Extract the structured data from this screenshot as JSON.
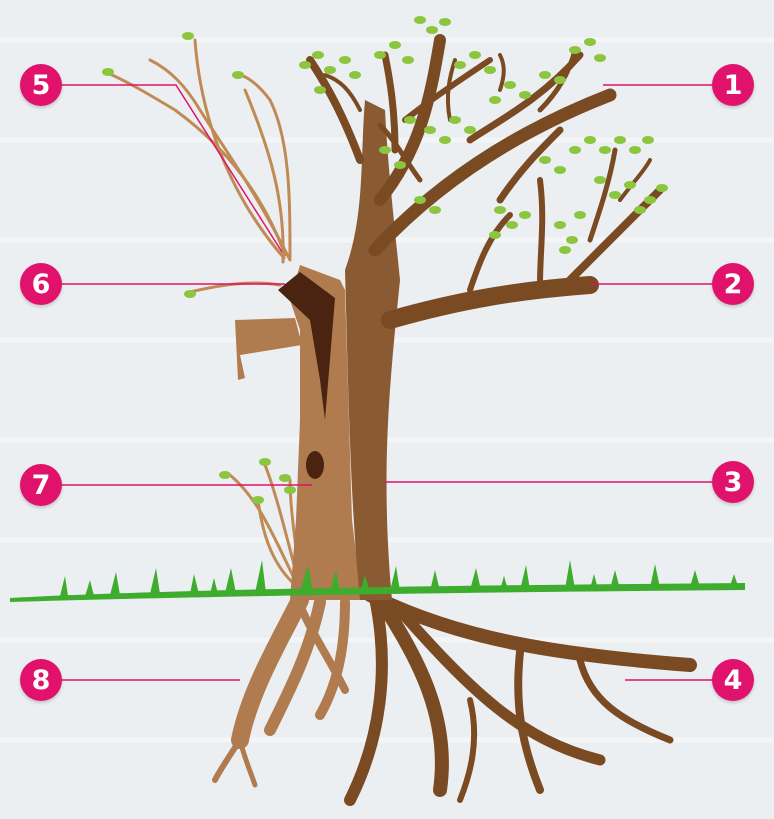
{
  "colors": {
    "background": "#eceff2",
    "trunk_light": "#b07b4f",
    "trunk_dark": "#8a5a33",
    "branch": "#7a4a22",
    "wound": "#4a2410",
    "leaf": "#8cc63f",
    "leaf_dark": "#6fae2b",
    "grass": "#3eac2c",
    "twig": "#c08a55",
    "marker": "#e0126b",
    "leader": "#e0126b"
  },
  "labels": [
    "5",
    "6",
    "7",
    "8",
    "1",
    "2",
    "3",
    "4"
  ]
}
